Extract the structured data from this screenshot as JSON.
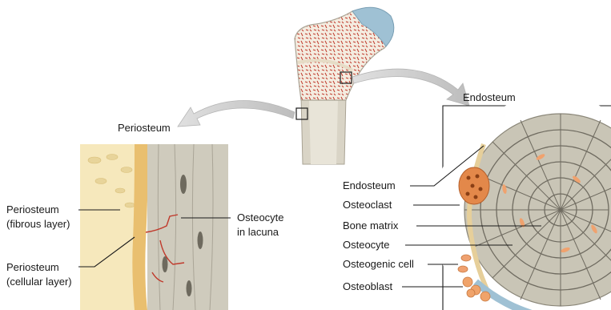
{
  "labels": {
    "periosteum_title": "Periosteum",
    "endosteum_title": "Endosteum",
    "periosteum_fibrous_line1": "Periosteum",
    "periosteum_fibrous_line2": "(fibrous layer)",
    "periosteum_cellular_line1": "Periosteum",
    "periosteum_cellular_line2": "(cellular layer)",
    "osteocyte_lacuna_line1": "Osteocyte",
    "osteocyte_lacuna_line2": "in lacuna",
    "endosteum": "Endosteum",
    "osteoclast": "Osteoclast",
    "bone_matrix": "Bone matrix",
    "osteocyte": "Osteocyte",
    "osteogenic_cell": "Osteogenic cell",
    "osteoblast": "Osteoblast"
  },
  "colors": {
    "bone_outer": "#d9d4c6",
    "spongy_red": "#c0392b",
    "cartilage_blue": "#9fc1d4",
    "periosteum_fibrous": "#f3dfa6",
    "periosteum_cellular": "#e8c77d",
    "compact_bone": "#cfcbbd",
    "osteon_gray": "#bdb9ac",
    "osteoclast_orange": "#e3884a",
    "osteoblast_orange": "#f0a36a",
    "arrow_gray": "#c9c9c9"
  }
}
